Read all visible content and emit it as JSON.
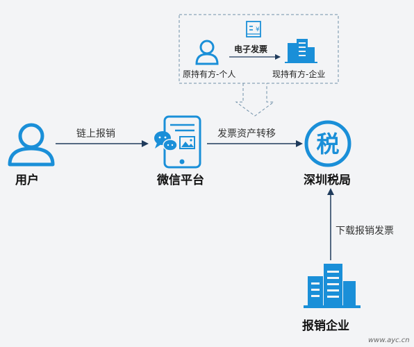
{
  "nodes": {
    "user": "用户",
    "wechat": "微信平台",
    "tax": "深圳税局",
    "enterprise": "报销企业"
  },
  "edges": {
    "chain_reimburse": "链上报销",
    "transfer": "发票资产转移",
    "download": "下载报销发票"
  },
  "inset": {
    "invoice": "电子发票",
    "original_holder": "原持有方-个人",
    "current_holder": "现持有方-企业"
  },
  "tax_glyph": "税",
  "watermark": "www.ayc.cn",
  "colors": {
    "accent": "#1a8fd8",
    "dark_line": "#1f3b5c",
    "dashed": "#6f8fa8",
    "background": "#f3f4f6"
  }
}
